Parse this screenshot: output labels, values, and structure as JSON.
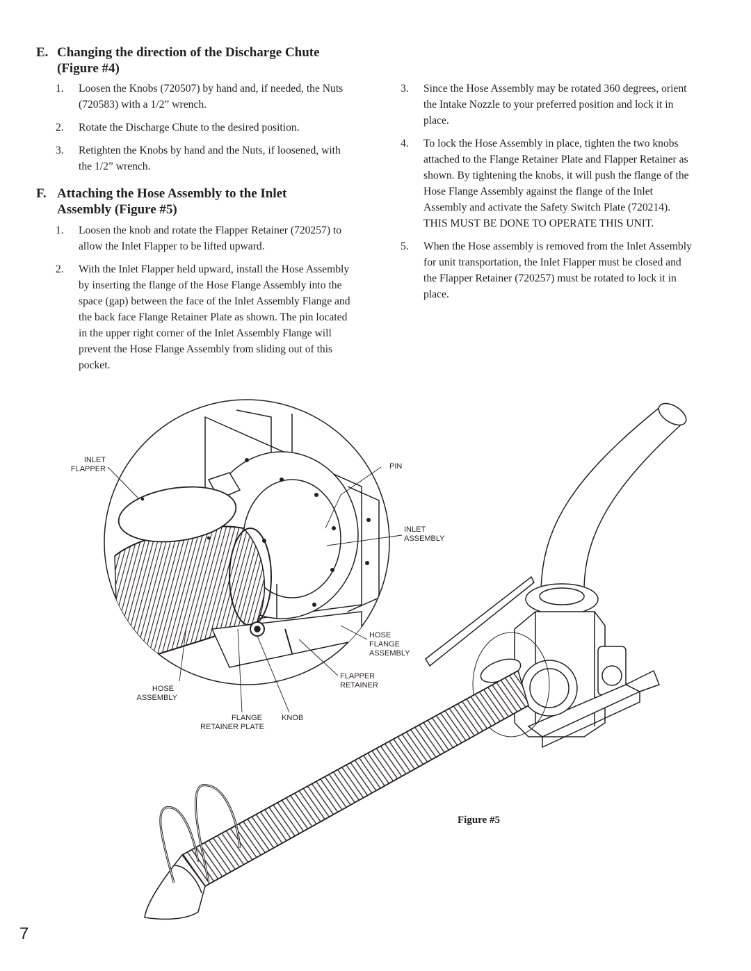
{
  "section_e": {
    "letter": "E.",
    "title": "Changing the direction of the Discharge Chute (Figure #4)",
    "steps": [
      {
        "num": "1.",
        "text": "Loosen the Knobs (720507) by hand and, if needed, the Nuts (720583) with a 1/2” wrench."
      },
      {
        "num": "2.",
        "text": "Rotate the Discharge Chute to the desired position."
      },
      {
        "num": "3.",
        "text": "Retighten the Knobs by hand and the Nuts, if loosened, with the 1/2” wrench."
      }
    ]
  },
  "section_f": {
    "letter": "F.",
    "title": "Attaching the Hose Assembly to the Inlet Assembly (Figure #5)",
    "steps": [
      {
        "num": "1.",
        "text": "Loosen the knob and rotate the Flapper Retainer (720257) to allow the Inlet Flapper to be lifted upward."
      },
      {
        "num": "2.",
        "text": "With the Inlet Flapper held upward, install the Hose Assembly by inserting the flange of the Hose Flange Assembly into the space (gap) between the face of the Inlet Assembly Flange and the back face Flange Retainer Plate as shown. The pin located in the upper right corner of the Inlet Assembly Flange will prevent the Hose Flange Assembly from sliding out of this pocket."
      },
      {
        "num": "3.",
        "text": "Since the Hose Assembly may be rotated 360 degrees, orient the Intake Nozzle to your preferred position and lock it in place."
      },
      {
        "num": "4.",
        "text": "To lock the Hose Assembly in place, tighten the two knobs attached to the Flange Retainer Plate and Flapper Retainer as shown. By tightening the knobs, it will push the flange of the Hose Flange Assembly against the flange of the Inlet Assembly and activate the Safety Switch Plate (720214). THIS MUST BE DONE TO OPERATE THIS UNIT."
      },
      {
        "num": "5.",
        "text": "When the Hose assembly is removed from the Inlet Assembly for unit transportation, the Inlet Flapper must be closed and the Flapper Retainer (720257) must be rotated to lock it in place."
      }
    ]
  },
  "figure": {
    "caption": "Figure #5",
    "labels": {
      "inlet_flapper_1": "INLET",
      "inlet_flapper_2": "FLAPPER",
      "pin": "PIN",
      "inlet_assembly_1": "INLET",
      "inlet_assembly_2": "ASSEMBLY",
      "hose_flange_1": "HOSE",
      "hose_flange_2": "FLANGE",
      "hose_flange_3": "ASSEMBLY",
      "flapper_retainer_1": "FLAPPER",
      "flapper_retainer_2": "RETAINER",
      "hose_assembly_1": "HOSE",
      "hose_assembly_2": "ASSEMBLY",
      "flange_retainer_1": "FLANGE",
      "flange_retainer_2": "RETAINER PLATE",
      "knob": "KNOB"
    }
  },
  "page_number": "7"
}
